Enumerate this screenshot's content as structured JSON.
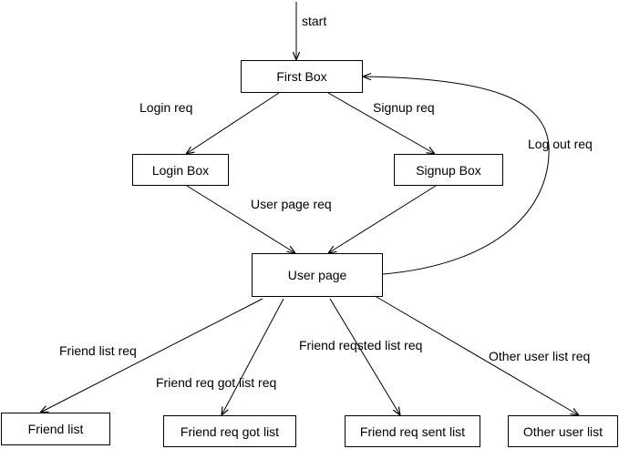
{
  "nodes": {
    "first_box": "First Box",
    "login_box": "Login Box",
    "signup_box": "Signup Box",
    "user_page": "User page",
    "friend_list": "Friend list",
    "friend_req_got_list": "Friend req got list",
    "friend_req_sent_list": "Friend req sent list",
    "other_user_list": "Other user list"
  },
  "edge_labels": {
    "start": "start",
    "login_req": "Login req",
    "signup_req": "Signup req",
    "log_out_req": "Log out req",
    "user_page_req": "User page req",
    "friend_list_req": "Friend list req",
    "friend_req_got_list_req": "Friend req got list req",
    "friend_reqsted_list_req": "Friend reqsted list req",
    "other_user_list_req": "Other user list req"
  }
}
